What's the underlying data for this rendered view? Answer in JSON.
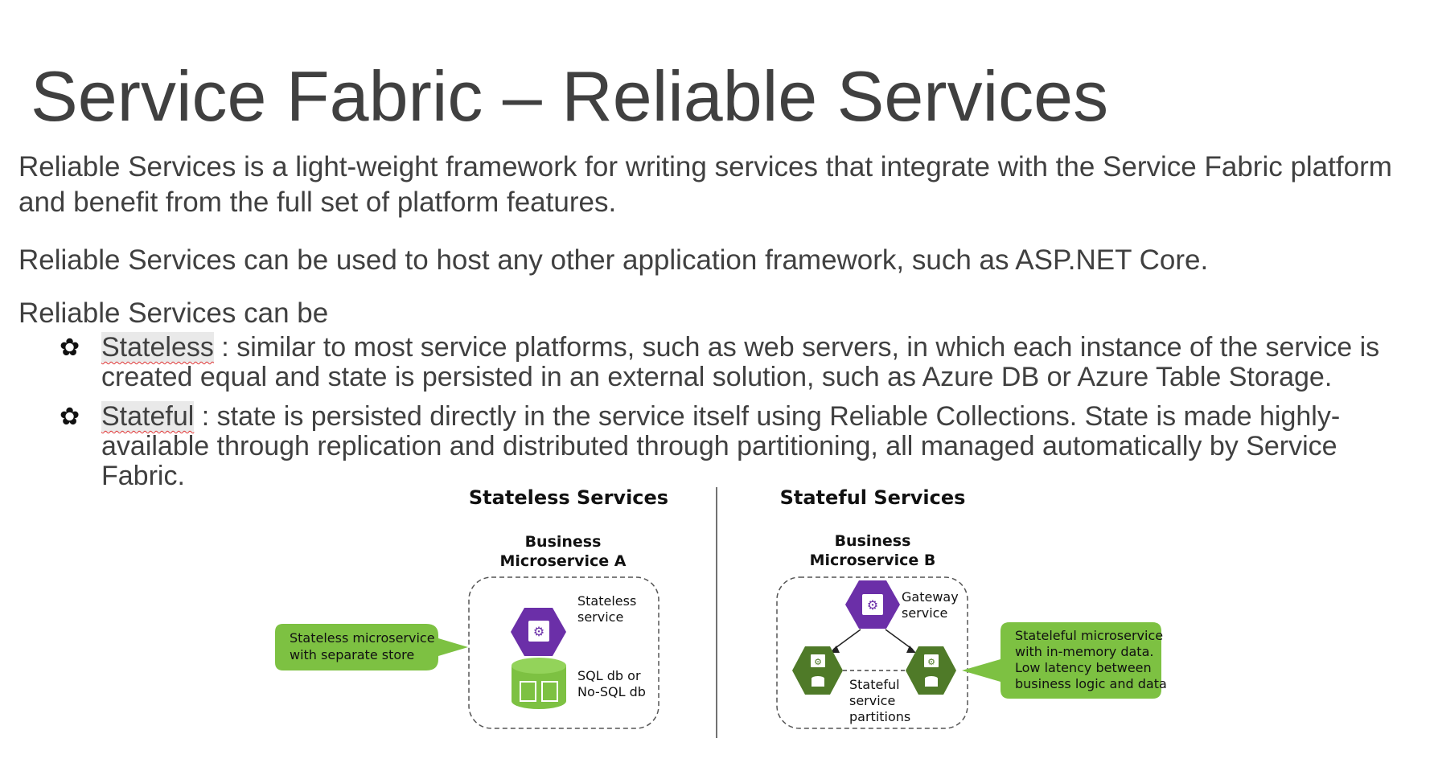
{
  "slide": {
    "title": "Service Fabric – Reliable Services",
    "paragraphs": [
      "Reliable Services is a light-weight framework for writing services that integrate with the Service Fabric platform and benefit from the full set of platform features.",
      "Reliable Services can be used to host any other application framework, such as ASP.NET Core.",
      "Reliable Services can be"
    ],
    "bullets": [
      {
        "icon": "flower-bullet-icon",
        "mark": "✿",
        "term": "Stateless",
        "text": " : similar to most service platforms, such as web servers, in which each instance of the service is created equal and state is persisted in an external solution, such as Azure DB or Azure Table Storage."
      },
      {
        "icon": "flower-bullet-icon",
        "mark": "✿",
        "term": "Stateful",
        "text": " : state is persisted directly in the service itself using Reliable Collections. State is made highly-available through replication and distributed through partitioning, all managed automatically by Service Fabric."
      }
    ]
  },
  "diagram": {
    "colors": {
      "purple": "#6b2fa8",
      "dark_green": "#4f7a28",
      "light_green": "#7dc142",
      "line": "#555555"
    },
    "stateless": {
      "heading": "Stateless Services",
      "box_title": [
        "Business",
        "Microservice A"
      ],
      "service_label": [
        "Stateless",
        "service"
      ],
      "store_label": [
        "SQL db or",
        "No-SQL db"
      ],
      "callout": [
        "Stateless microservice",
        "with separate store"
      ]
    },
    "stateful": {
      "heading": "Stateful Services",
      "box_title": [
        "Business",
        "Microservice B"
      ],
      "gateway_label": [
        "Gateway",
        "service"
      ],
      "partitions_label": [
        "Stateful",
        "service",
        "partitions"
      ],
      "callout": [
        "Stateleful microservice",
        "with in-memory data.",
        "Low latency between",
        "business logic and data"
      ]
    }
  }
}
